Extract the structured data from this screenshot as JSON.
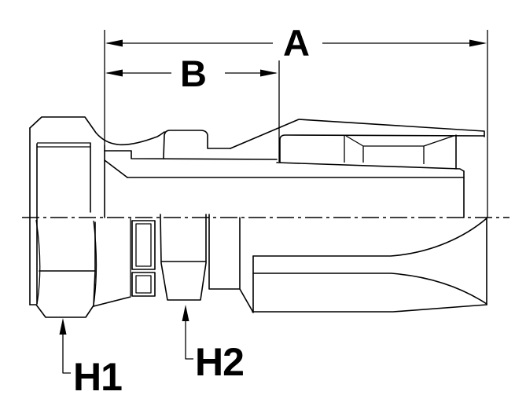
{
  "page": {
    "background_color": "#ffffff"
  },
  "drawing": {
    "kind": "technical-line-drawing",
    "subject": "hydraulic hose fitting (female swivel) half-section with dimension callouts",
    "line_color": "#000000",
    "labels": {
      "dim_a": "A",
      "dim_b": "B",
      "hex1": "H1",
      "hex2": "H2"
    }
  }
}
